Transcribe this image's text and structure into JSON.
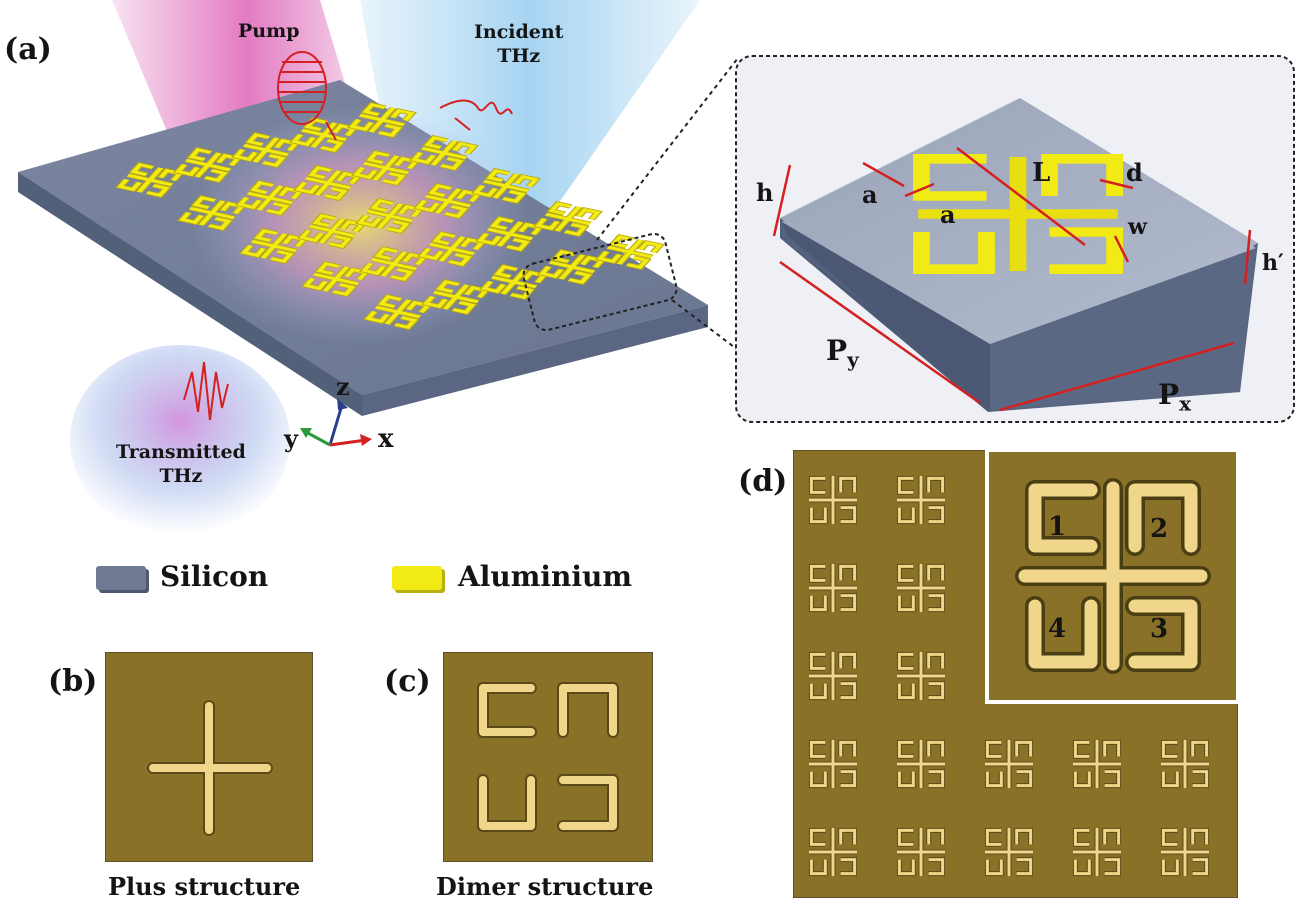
{
  "panel_a": {
    "letter": "(a)",
    "pump_label": "Pump",
    "incident_label": "Incident\nTHz",
    "transmitted_label": "Transmitted\nTHz",
    "axis_x": "x",
    "axis_y": "y",
    "axis_z": "z",
    "legend": [
      {
        "label": "Silicon",
        "color": "#6f7a92"
      },
      {
        "label": "Aluminium",
        "color": "#f2ea14"
      }
    ]
  },
  "inset": {
    "labels": {
      "h": "h",
      "a1": "a",
      "a2": "a",
      "L": "L",
      "d": "d",
      "w": "w",
      "h_prime": "h′",
      "Py": "P",
      "Py_sub": "y",
      "Px": "P",
      "Px_sub": "x"
    }
  },
  "panel_b": {
    "letter": "(b)",
    "caption": "Plus structure"
  },
  "panel_c": {
    "letter": "(c)",
    "caption": "Dimer structure"
  },
  "panel_d": {
    "letter": "(d)",
    "numbers": [
      "1",
      "2",
      "3",
      "4"
    ]
  },
  "colors": {
    "silicon": "#6f7a92",
    "aluminium": "#f2ea14",
    "arrow": "#d42020",
    "micrograph": "#8a7128",
    "metal": "#f0d68a"
  }
}
